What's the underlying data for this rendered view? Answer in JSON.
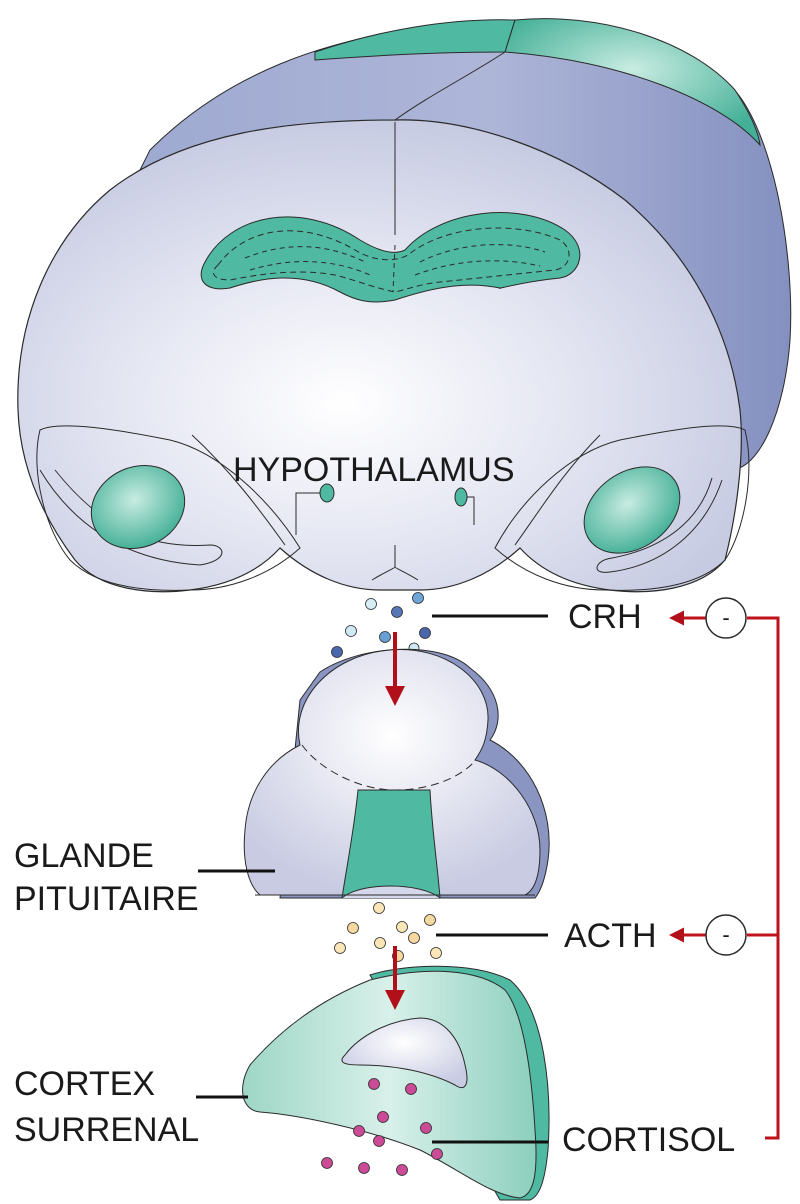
{
  "labels": {
    "hypothalamus": "HYPOTHALAMUS",
    "crh": "CRH",
    "acth": "ACTH",
    "cortisol": "CORTISOL",
    "pituitary_line1": "GLANDE",
    "pituitary_line2": "PITUITAIRE",
    "adrenal_line1": "CORTEX",
    "adrenal_line2": "SURRENAL",
    "inhibit_symbol": "-"
  },
  "colors": {
    "brain_fill": "#d5d7ea",
    "brain_edge": "#8a95c2",
    "teal": "#4fb9a2",
    "feedback_arrow": "#c0121b",
    "crh_dot": "#6a8fcf",
    "acth_dot": "#f7dca4",
    "cortisol_dot": "#cc4b96"
  }
}
